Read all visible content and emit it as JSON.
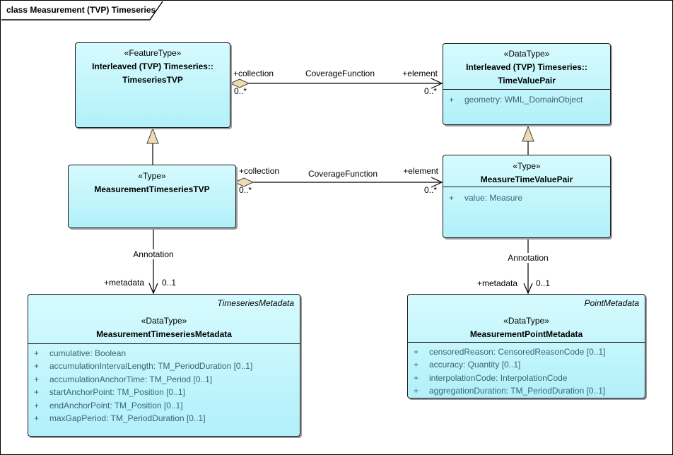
{
  "frame": {
    "title": "class Measurement (TVP) Timeseries"
  },
  "colors": {
    "class_fill_top": "#D6FBFE",
    "class_fill_bottom": "#B2F0FA",
    "class_border": "#1A1A1A",
    "attribute_text": "#3C6472",
    "arrowhead_fill": "#F0DBB0",
    "shadow": "#9B9B9B",
    "background": "#FFFFFF"
  },
  "classes": {
    "timeseriesTVP": {
      "stereotype": "«FeatureType»",
      "name1": "Interleaved (TVP) Timeseries::",
      "name2": "TimeseriesTVP"
    },
    "timeValuePair": {
      "stereotype": "«DataType»",
      "name1": "Interleaved (TVP) Timeseries::",
      "name2": "TimeValuePair",
      "attributes": [
        {
          "vis": "+",
          "text": "geometry: WML_DomainObject"
        }
      ]
    },
    "measurementTimeseriesTVP": {
      "stereotype": "«Type»",
      "name": "MeasurementTimeseriesTVP"
    },
    "measureTimeValuePair": {
      "stereotype": "«Type»",
      "name": "MeasureTimeValuePair",
      "attributes": [
        {
          "vis": "+",
          "text": "value: Measure"
        }
      ]
    },
    "measurementTimeseriesMetadata": {
      "corner": "TimeseriesMetadata",
      "stereotype": "«DataType»",
      "name": "MeasurementTimeseriesMetadata",
      "attributes": [
        {
          "vis": "+",
          "text": "cumulative: Boolean"
        },
        {
          "vis": "+",
          "text": "accumulationIntervalLength: TM_PeriodDuration [0..1]"
        },
        {
          "vis": "+",
          "text": "accumulationAnchorTime: TM_Period [0..1]"
        },
        {
          "vis": "+",
          "text": "startAnchorPoint: TM_Position [0..1]"
        },
        {
          "vis": "+",
          "text": "endAnchorPoint: TM_Position [0..1]"
        },
        {
          "vis": "+",
          "text": "maxGapPeriod: TM_PeriodDuration [0..1]"
        }
      ]
    },
    "measurementPointMetadata": {
      "corner": "PointMetadata",
      "stereotype": "«DataType»",
      "name": "MeasurementPointMetadata",
      "attributes": [
        {
          "vis": "+",
          "text": "censoredReason: CensoredReasonCode [0..1]"
        },
        {
          "vis": "+",
          "text": "accuracy: Quantity [0..1]"
        },
        {
          "vis": "+",
          "text": "interpolationCode: InterpolationCode"
        },
        {
          "vis": "+",
          "text": "aggregationDuration: TM_PeriodDuration [0..1]"
        }
      ]
    }
  },
  "connectors": {
    "coverage_top": {
      "name": "CoverageFunction",
      "source_role": "+collection",
      "source_mult": "0..*",
      "target_role": "+element",
      "target_mult": "0..*"
    },
    "coverage_mid": {
      "name": "CoverageFunction",
      "source_role": "+collection",
      "source_mult": "0..*",
      "target_role": "+element",
      "target_mult": "0..*"
    },
    "annotation_left": {
      "name": "Annotation",
      "target_role": "+metadata",
      "target_mult": "0..1"
    },
    "annotation_right": {
      "name": "Annotation",
      "target_role": "+metadata",
      "target_mult": "0..1"
    }
  }
}
